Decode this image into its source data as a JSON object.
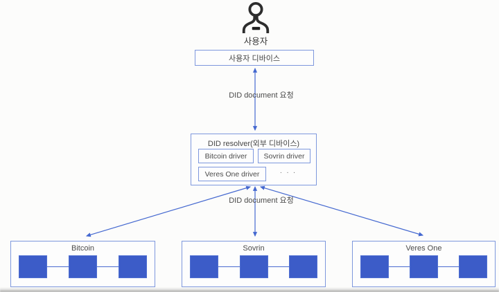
{
  "diagram": {
    "user": {
      "label": "사용자"
    },
    "user_device": {
      "label": "사용자 디바이스"
    },
    "arrows": {
      "top_label": "DID document 요청",
      "bottom_label": "DID document 요청"
    },
    "resolver": {
      "title": "DID resolver(외부 디바이스)",
      "drivers": [
        {
          "label": "Bitcoin driver"
        },
        {
          "label": "Sovrin driver"
        },
        {
          "label": "Veres One driver"
        }
      ],
      "more": ". . ."
    },
    "ledgers": [
      {
        "name": "Bitcoin",
        "blocks": 3
      },
      {
        "name": "Sovrin",
        "blocks": 3
      },
      {
        "name": "Veres One",
        "blocks": 3
      }
    ],
    "colors": {
      "arrow": "#4468d0",
      "box_border": "#7d97dd",
      "block_fill": "#3c5cc8",
      "connector": "#4a6ad0",
      "text": "#454545",
      "icon_outline": "#2d2d2d",
      "background": "#fcfcfb"
    }
  }
}
